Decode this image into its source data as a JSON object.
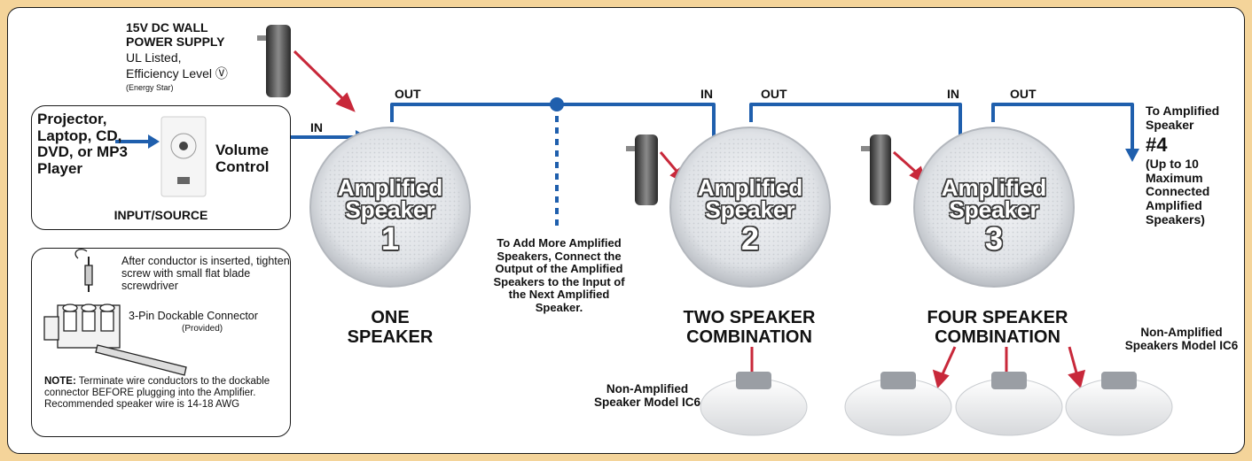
{
  "power_supply": {
    "title": "15V DC WALL POWER SUPPLY",
    "line1": "UL Listed,",
    "line2": "Efficiency Level Ⓥ",
    "line3": "(Energy Star)"
  },
  "source": {
    "devices": "Projector, Laptop, CD, DVD, or MP3 Player",
    "volume": "Volume Control",
    "caption": "INPUT/SOURCE"
  },
  "connector": {
    "instruction": "After conductor is inserted, tighten screw with small flat blade screwdriver",
    "name": "3-Pin Dockable Connector",
    "provided": "(Provided)",
    "note_label": "NOTE:",
    "note_text": "Terminate wire conductors to the dockable connector BEFORE plugging into the Amplifier. Recommended speaker wire is 14-18 AWG"
  },
  "wiring": {
    "in": "IN",
    "out": "OUT",
    "add_more": "To Add More Amplified Speakers, Connect the Output of the Amplified Speakers to the Input of the Next Amplified Speaker.",
    "to_amplified": "To Amplified Speaker",
    "to_number": "#4",
    "up_to": "(Up to 10 Maximum Connected Amplified Speakers)"
  },
  "speakers": [
    {
      "label": "Amplified Speaker",
      "number": "1",
      "caption": "ONE SPEAKER"
    },
    {
      "label": "Amplified Speaker",
      "number": "2",
      "caption": "TWO SPEAKER COMBINATION"
    },
    {
      "label": "Amplified Speaker",
      "number": "3",
      "caption": "FOUR SPEAKER COMBINATION"
    }
  ],
  "non_amplified": {
    "single": "Non-Amplified Speaker Model IC6",
    "multi": "Non-Amplified Speakers Model IC6"
  },
  "colors": {
    "background": "#f4d49a",
    "wire": "#1f5fad",
    "arrow_red": "#c8283a",
    "speaker": "#e8eaed"
  }
}
